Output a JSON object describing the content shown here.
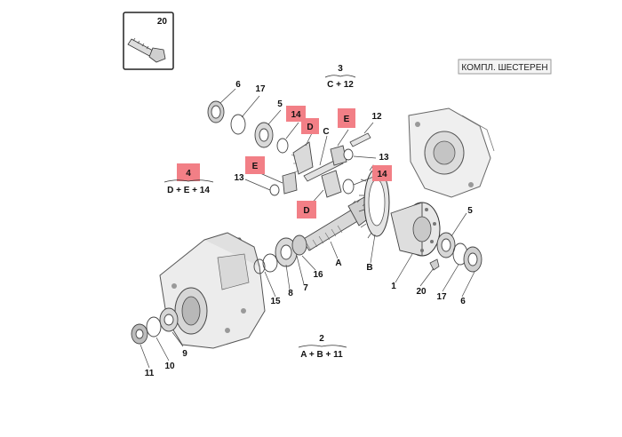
{
  "badge": {
    "label": "КОМПЛ. ШЕСТЕРЕН"
  },
  "inset": {
    "number": "20"
  },
  "groups": {
    "g3": {
      "number": "3",
      "formula": "C + 12"
    },
    "g4": {
      "number": "4",
      "formula": "D + E + 14"
    },
    "g2": {
      "number": "2",
      "formula": "A + B + 11"
    }
  },
  "callouts": {
    "c6_top": "6",
    "c17_top": "17",
    "c5_top": "5",
    "c14_top": "14",
    "cD_top": "D",
    "cE_top": "E",
    "cC": "C",
    "c12": "12",
    "c13_right": "13",
    "cE_left": "E",
    "c13_left": "13",
    "c14_mid": "14",
    "cD_mid": "D",
    "cA": "A",
    "cB": "B",
    "c16": "16",
    "c7": "7",
    "c8": "8",
    "c15": "15",
    "c1": "1",
    "c20": "20",
    "c17_bot": "17",
    "c6_bot": "6",
    "c5_right": "5",
    "c9": "9",
    "c10": "10",
    "c11": "11"
  }
}
